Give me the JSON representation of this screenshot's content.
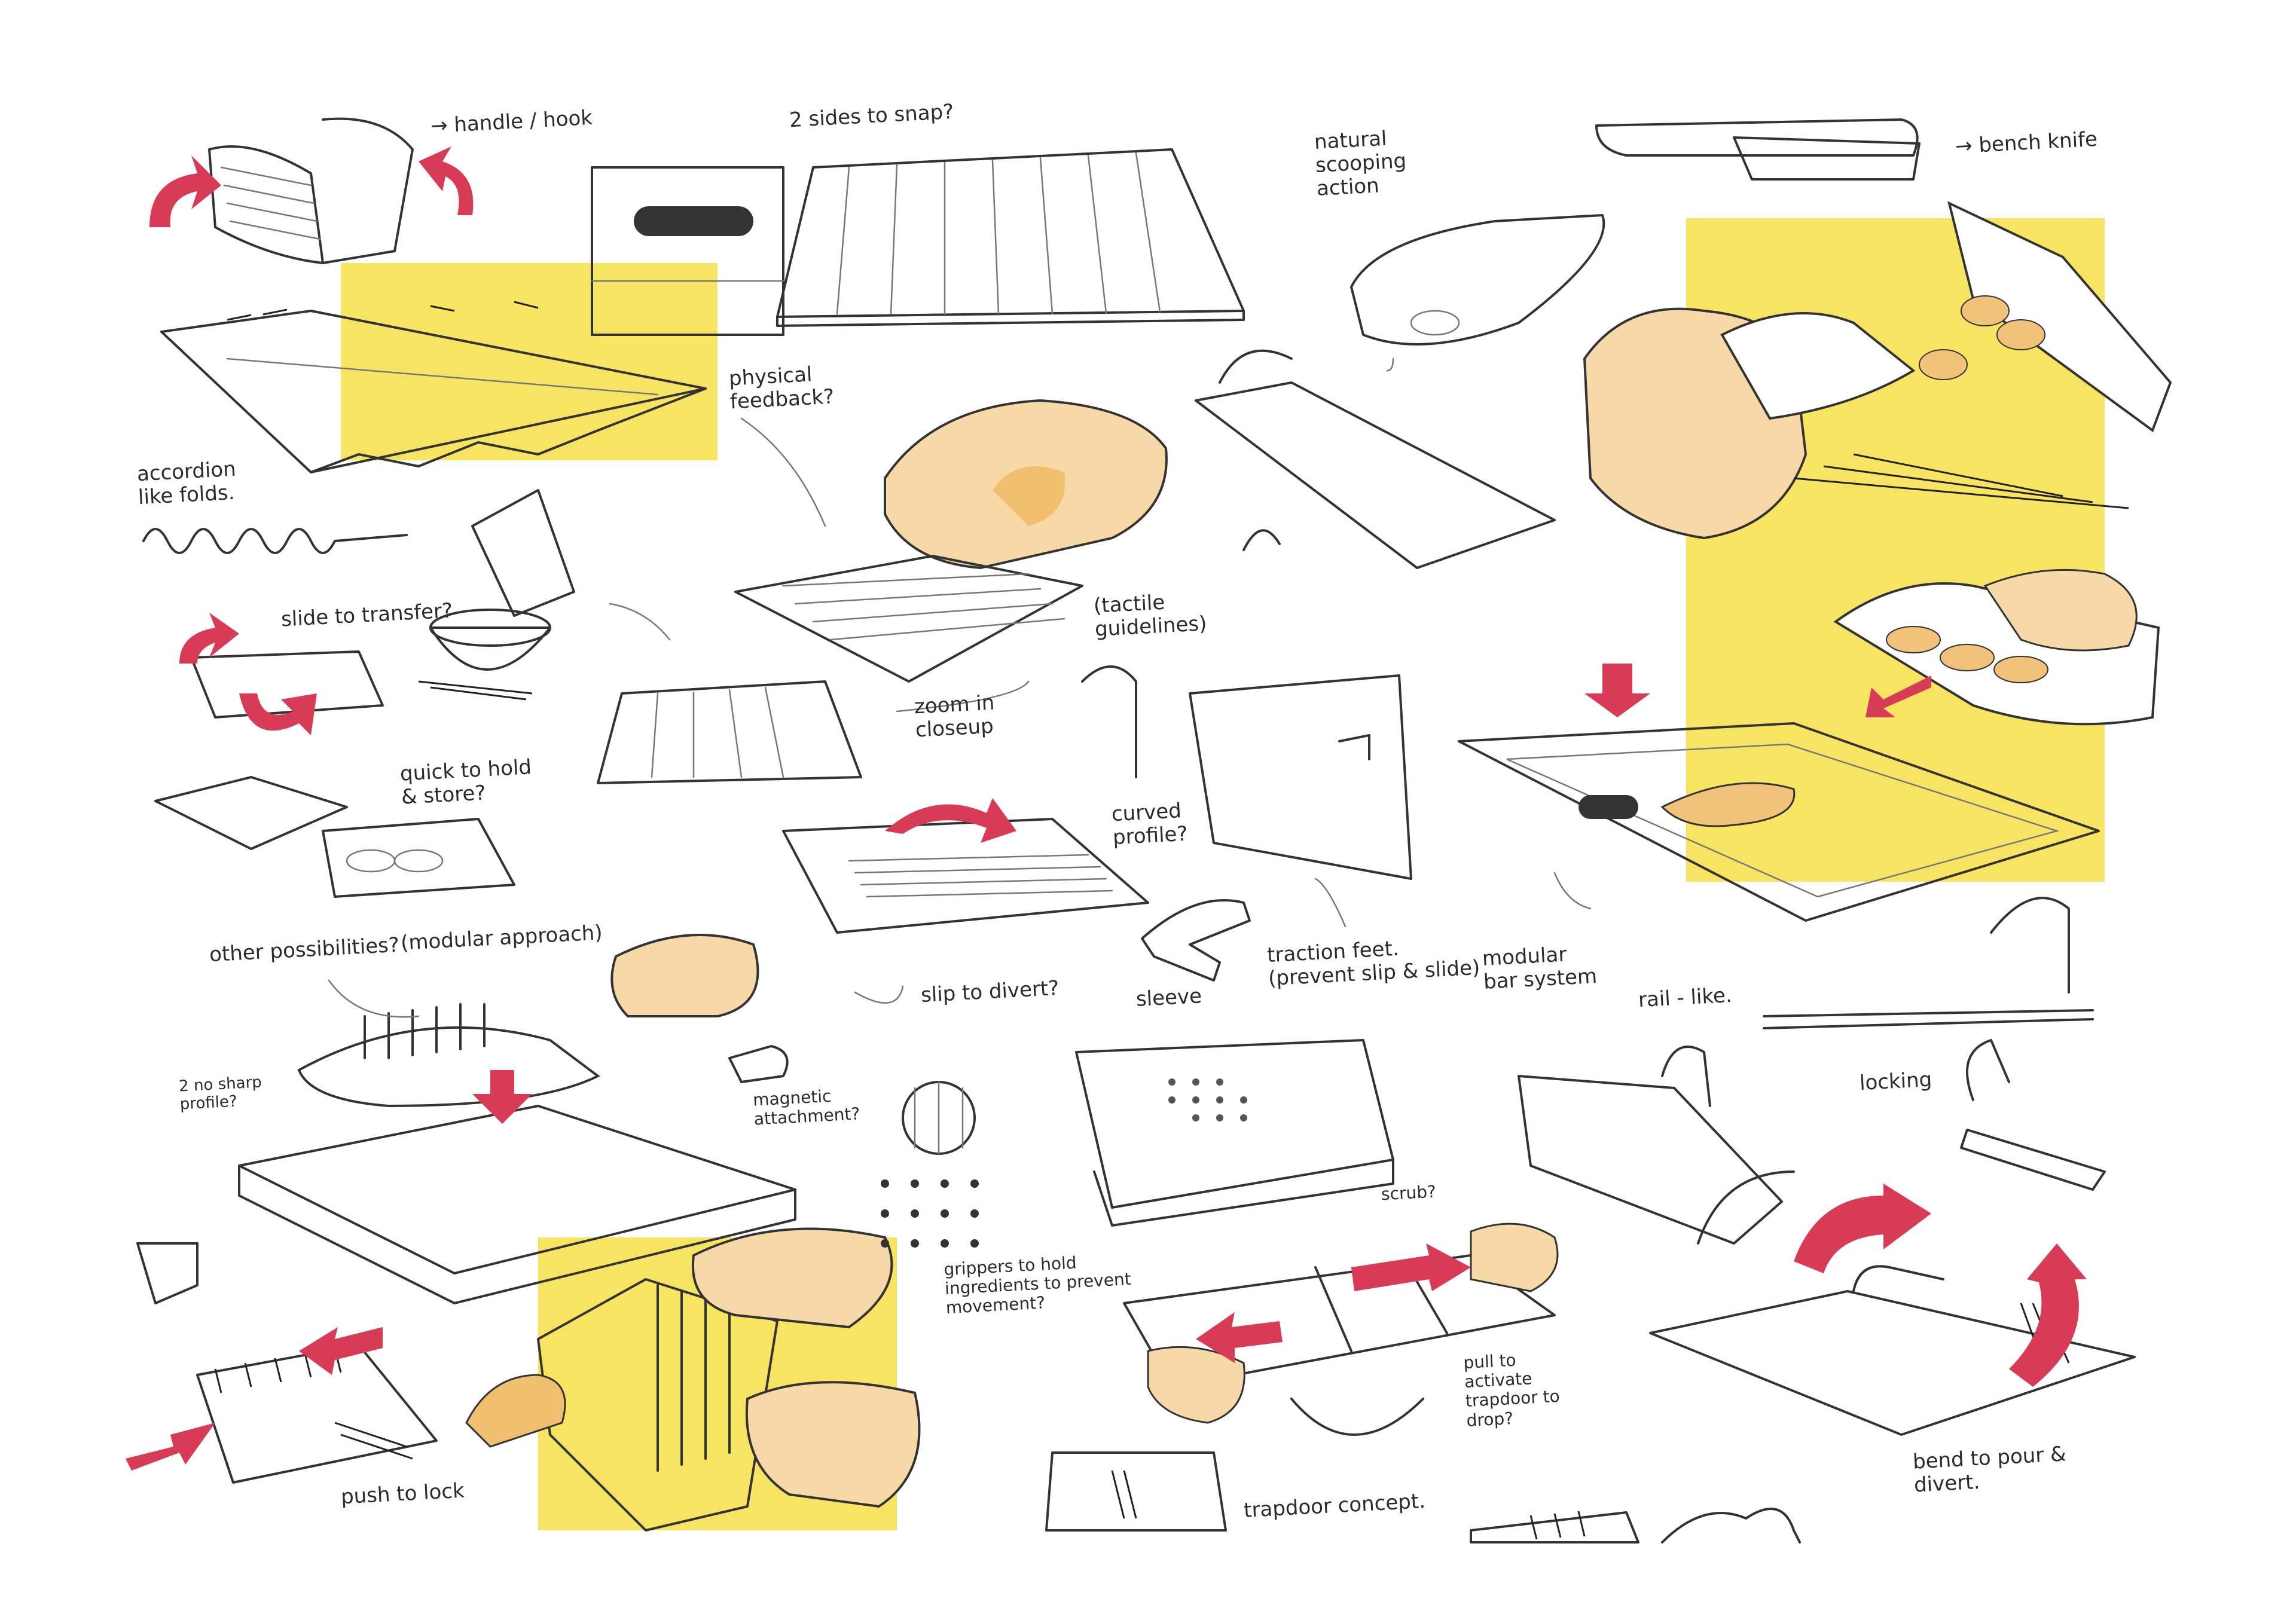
{
  "colors": {
    "highlight": "#f7e463",
    "arrow": "#d83b55",
    "skin": "#f7d9a8",
    "skin_shade": "#f0bf6f",
    "ink": "#2b2b2b",
    "food": "#f2c27b"
  },
  "notes": {
    "handle_hook": "→ handle / hook",
    "two_sides_snap": "2 sides to snap?",
    "natural_scooping": "natural\nscooping\naction",
    "bench_knife": "→ bench knife",
    "physical_feedback": "physical\nfeedback?",
    "accordion_folds": "accordion\nlike folds.",
    "tactile_guidelines": "(tactile\nguidelines)",
    "zoom_in_closeup": "zoom in\ncloseup",
    "slide_to_transfer": "slide to transfer?",
    "quick_hold": "quick to hold\n& store?",
    "modular_approach": "(modular approach)",
    "other_possibilities": "other possibilities?",
    "curved_profile": "curved\nprofile?",
    "slip_to_divert": "slip to divert?",
    "sleeve": "sleeve",
    "traction_feet": "traction feet.\n(prevent slip & slide)",
    "modular_bar_system": "modular\nbar system",
    "rail_like": "rail - like.",
    "no_sharp_profile": "2 no sharp\nprofile?",
    "magnetic_attachment": "magnetic\nattachment?",
    "locking": "locking",
    "grippers": "grippers to hold\ningredients to prevent\nmovement?",
    "scrub": "scrub?",
    "push_to_lock": "push to lock",
    "pull_to_activate": "pull to\nactivate\ntrapdoor to\ndrop?",
    "trapdoor_concept": "trapdoor concept.",
    "bend_to_pour": "bend to pour &\ndivert."
  }
}
